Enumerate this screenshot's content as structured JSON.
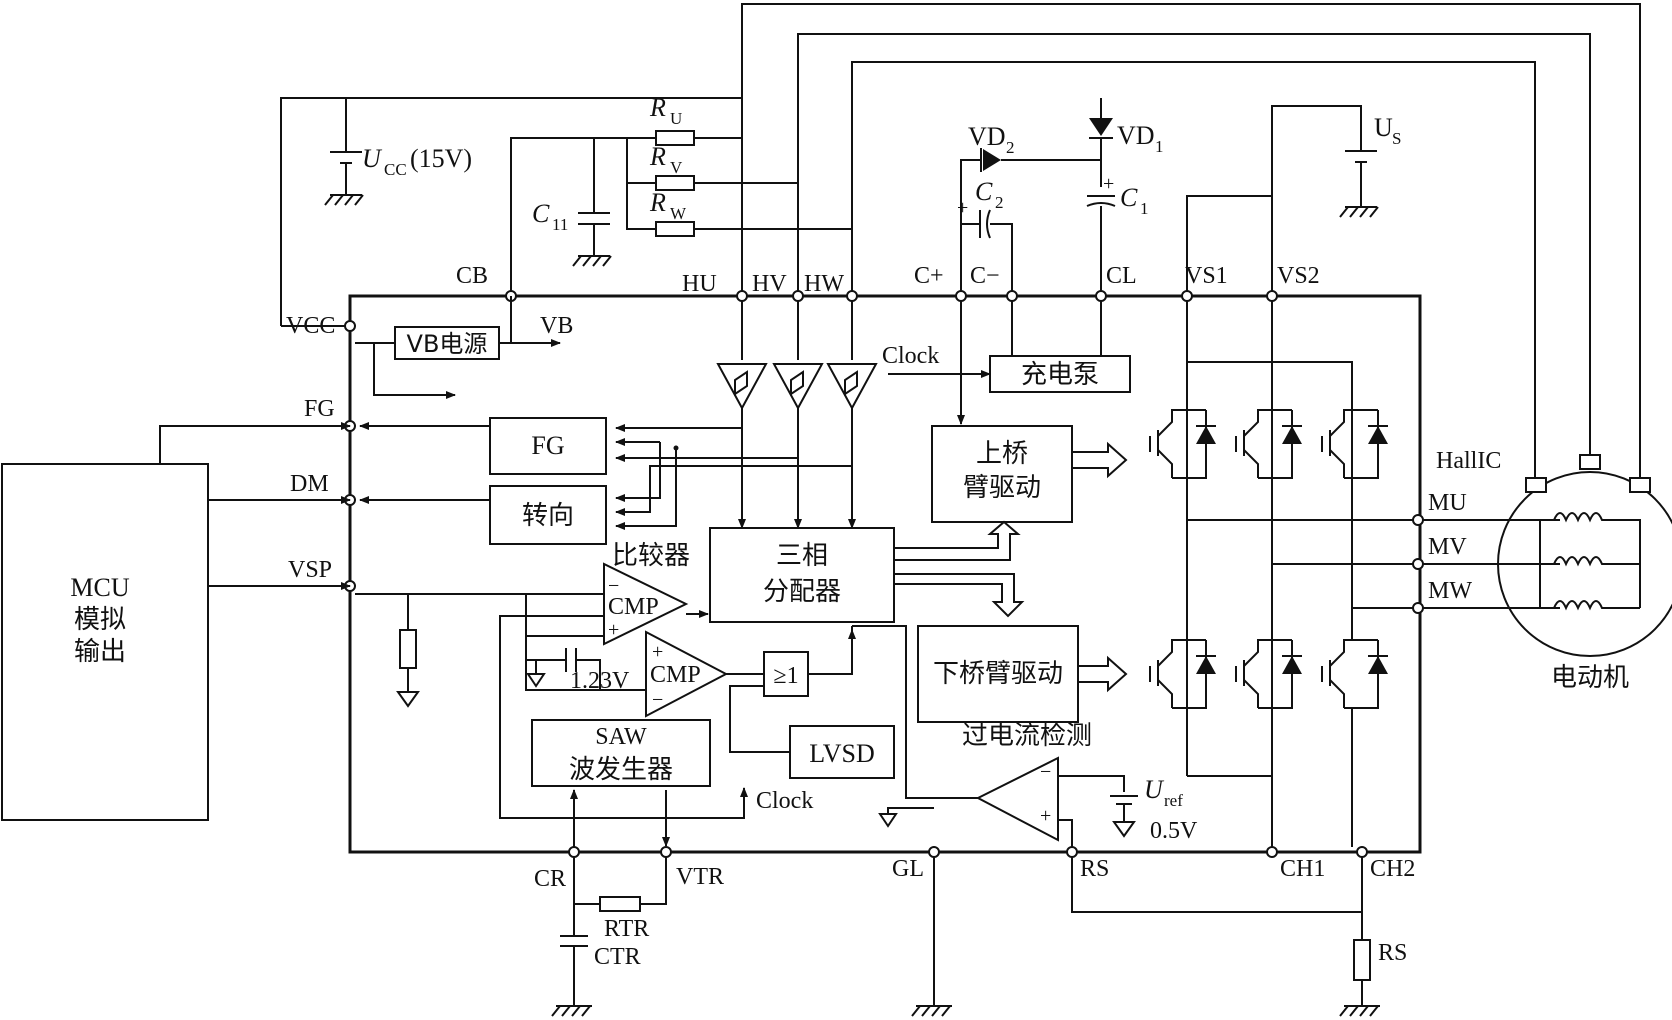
{
  "pins": {
    "cb": "CB",
    "hu": "HU",
    "hv": "HV",
    "hw": "HW",
    "cplus": "C+",
    "cminus": "C−",
    "cl": "CL",
    "vs1": "VS1",
    "vs2": "VS2",
    "vcc": "VCC",
    "fg": "FG",
    "dm": "DM",
    "vsp": "VSP",
    "mu": "MU",
    "mv": "MV",
    "mw": "MW",
    "cr": "CR",
    "vtr": "VTR",
    "gl": "GL",
    "rs": "RS",
    "ch1": "CH1",
    "ch2": "CH2"
  },
  "blocks": {
    "vb_power": "VB电源",
    "charge_pump": "充电泵",
    "fg": "FG",
    "direction": "转向",
    "upper_driver_line1": "上桥",
    "upper_driver_line2": "臂驱动",
    "three_phase_line1": "三相",
    "three_phase_line2": "分配器",
    "lower_driver": "下桥臂驱动",
    "lvsd": "LVSD",
    "saw_line1": "SAW",
    "saw_line2": "波发生器",
    "mcu_line1": "MCU",
    "mcu_line2": "模拟",
    "mcu_line3": "输出",
    "or_gate": "≥1",
    "cmp1": "CMP",
    "cmp2": "CMP"
  },
  "labels": {
    "ucc_main": "U",
    "ucc_sub": "CC",
    "ucc_val": "(15V)",
    "ru_main": "R",
    "ru_sub": "U",
    "rv_main": "R",
    "rv_sub": "V",
    "rw_main": "R",
    "rw_sub": "W",
    "c11_main": "C",
    "c11_sub": "11",
    "vd2_main": "VD",
    "vd2_sub": "2",
    "vd1_main": "VD",
    "vd1_sub": "1",
    "c2_main": "C",
    "c2_sub": "2",
    "c1_main": "C",
    "c1_sub": "1",
    "us_main": "U",
    "us_sub": "S",
    "vb": "VB",
    "clock_pump": "Clock",
    "clock_saw": "Clock",
    "comparator": "比较器",
    "ref_123": "1.23V",
    "overcurrent": "过电流检测",
    "uref_main": "U",
    "uref_sub": "ref",
    "uref_val": "0.5V",
    "hallic": "HallIC",
    "motor": "电动机",
    "rtr": "RTR",
    "ctr": "CTR",
    "rs_res": "RS",
    "plus": "+",
    "minus": "−"
  }
}
